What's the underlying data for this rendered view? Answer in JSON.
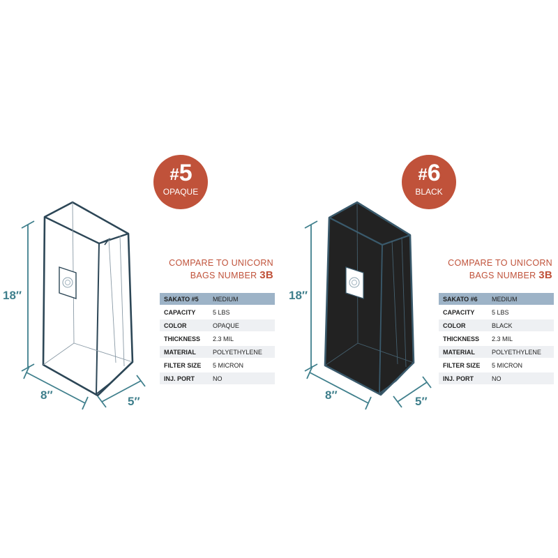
{
  "products": [
    {
      "number": "5",
      "badge_label": "OPAQUE",
      "compare_line1": "COMPARE TO UNICORN",
      "compare_line2": "BAGS NUMBER",
      "compare_model": "3B",
      "dimensions": {
        "height": "18″",
        "width": "8″",
        "depth": "5″"
      },
      "spec_rows": [
        {
          "label": "SAKATO #5",
          "value": "MEDIUM"
        },
        {
          "label": "CAPACITY",
          "value": "5 LBS"
        },
        {
          "label": "COLOR",
          "value": "OPAQUE"
        },
        {
          "label": "THICKNESS",
          "value": "2.3 MIL"
        },
        {
          "label": "MATERIAL",
          "value": "POLYETHYLENE"
        },
        {
          "label": "FILTER SIZE",
          "value": "5 MICRON"
        },
        {
          "label": "INJ. PORT",
          "value": "NO"
        }
      ]
    },
    {
      "number": "6",
      "badge_label": "BLACK",
      "compare_line1": "COMPARE TO UNICORN",
      "compare_line2": "BAGS NUMBER",
      "compare_model": "3B",
      "dimensions": {
        "height": "18″",
        "width": "8″",
        "depth": "5″"
      },
      "spec_rows": [
        {
          "label": "SAKATO #6",
          "value": "MEDIUM"
        },
        {
          "label": "CAPACITY",
          "value": "5 LBS"
        },
        {
          "label": "COLOR",
          "value": "BLACK"
        },
        {
          "label": "THICKNESS",
          "value": "2.3 MIL"
        },
        {
          "label": "MATERIAL",
          "value": "POLYETHYLENE"
        },
        {
          "label": "FILTER SIZE",
          "value": "5 MICRON"
        },
        {
          "label": "INJ. PORT",
          "value": "NO"
        }
      ]
    }
  ],
  "colors": {
    "accent": "#c0523a",
    "dimension": "#3f7f8c",
    "bag_outline": "#2c4656",
    "bag_fill_opaque": "#ffffff",
    "bag_fill_black": "#222222",
    "table_header": "#9db3c7",
    "table_alt_row": "#eef0f3"
  },
  "hash_symbol": "#"
}
